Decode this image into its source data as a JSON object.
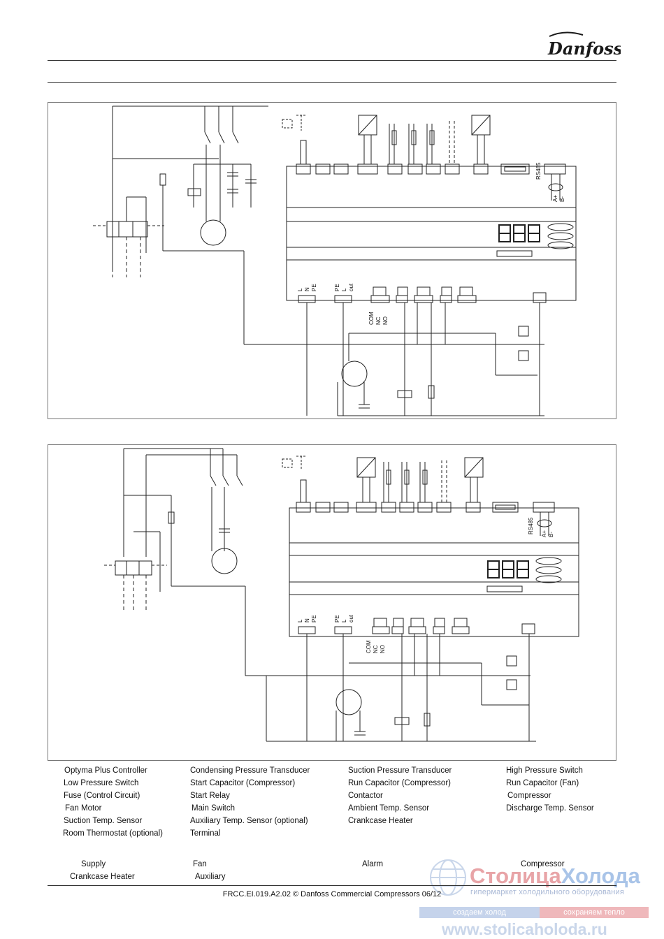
{
  "brand": {
    "name": "Danfoss",
    "color": "#1a1a1a"
  },
  "diagram1": {
    "labels": {
      "rs485": "RS485",
      "a": "A+",
      "b": "B-",
      "l": "L",
      "n": "N",
      "pe": "PE",
      "pe2": "PE",
      "l2": "L",
      "out": "out",
      "com": "COM",
      "nc": "NC",
      "no": "NO"
    }
  },
  "diagram2": {
    "labels": {
      "rs485": "RS485",
      "a": "A+",
      "b": "B-",
      "l": "L",
      "n": "N",
      "pe": "PE",
      "pe2": "PE",
      "l2": "L",
      "out": "out",
      "com": "COM",
      "nc": "NC",
      "no": "NO"
    }
  },
  "legend": {
    "col1": [
      "Optyma Plus Controller",
      "Low Pressure Switch",
      "Fuse (Control Circuit)",
      "Fan Motor",
      "Suction Temp. Sensor",
      "Room Thermostat (optional)"
    ],
    "col2": [
      "Condensing Pressure Transducer",
      "Start Capacitor (Compressor)",
      "Start Relay",
      "Main Switch",
      "Auxiliary Temp. Sensor (optional)",
      "Terminal"
    ],
    "col3": [
      "Suction Pressure Transducer",
      "Run Capacitor (Compressor)",
      "Contactor",
      "Ambient Temp. Sensor",
      "Crankcase Heater"
    ],
    "col4": [
      "High Pressure Switch",
      "Run Capacitor (Fan)",
      "Compressor",
      "Discharge Temp. Sensor"
    ]
  },
  "legend2": {
    "supply": "Supply",
    "fan": "Fan",
    "alarm": "Alarm",
    "compressor": "Compressor",
    "crankcase": "Crankcase Heater",
    "auxiliary": "Auxiliary"
  },
  "footer": {
    "text": "FRCC.EI.019.A2.02 © Danfoss Commercial Compressors 06/12"
  },
  "watermark": {
    "title_a": "Столица",
    "title_b": "Холода",
    "subtitle": "гипермаркет холодильного оборудования",
    "bar_left": "создаем холод",
    "bar_right": "сохраняем тепло",
    "url": "www.stolicaholoda.ru",
    "color_pink": "#e8a4a7",
    "color_blue": "#a9c4e8"
  }
}
